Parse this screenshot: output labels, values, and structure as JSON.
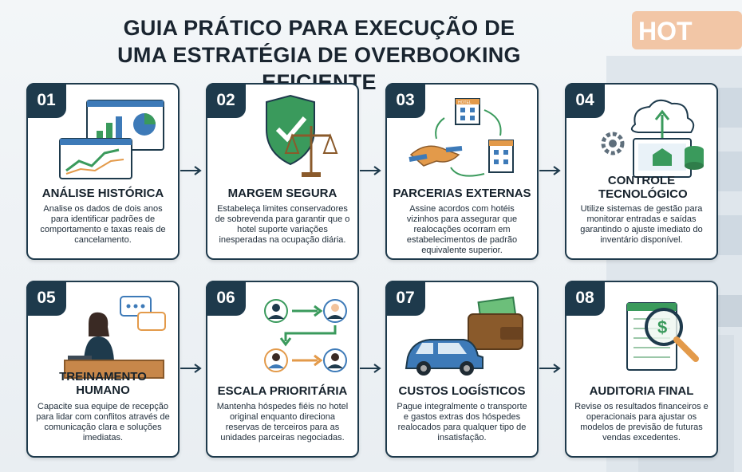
{
  "title": "GUIA PRÁTICO PARA EXECUÇÃO DE UMA ESTRATÉGIA DE OVERBOOKING EFICIENTE",
  "background_sign": "HOT",
  "colors": {
    "navy": "#1e3a4c",
    "green": "#3a9a5c",
    "orange": "#e39a4a",
    "blue": "#3d7ab8"
  },
  "steps": [
    {
      "number": "01",
      "title": "ANÁLISE HISTÓRICA",
      "description": "Analise os dados de dois anos para identificar padrões de comportamento e taxas reais de cancelamento.",
      "icon": "analytics-charts-icon"
    },
    {
      "number": "02",
      "title": "MARGEM SEGURA",
      "description": "Estabeleça limites conservadores de sobrevenda para garantir que o hotel suporte variações inesperadas na ocupação diária.",
      "icon": "shield-scale-icon"
    },
    {
      "number": "03",
      "title": "PARCERIAS EXTERNAS",
      "description": "Assine acordos com hotéis vizinhos para assegurar que realocações ocorram em estabelecimentos de padrão equivalente superior.",
      "icon": "handshake-hotels-icon",
      "hotel_label": "HOTEL"
    },
    {
      "number": "04",
      "title": "CONTROLE TECNOLÓGICO",
      "description": "Utilize sistemas de gestão para monitorar entradas e saídas garantindo o ajuste imediato do inventário disponível.",
      "icon": "cloud-system-icon"
    },
    {
      "number": "05",
      "title": "TREINAMENTO HUMANO",
      "description": "Capacite sua equipe de recepção para lidar com conflitos através de comunicação clara e soluções imediatas.",
      "icon": "receptionist-icon"
    },
    {
      "number": "06",
      "title": "ESCALA PRIORITÁRIA",
      "description": "Mantenha hóspedes fiéis no hotel original enquanto direciona reservas de terceiros para as unidades parceiras negociadas.",
      "icon": "priority-guests-icon"
    },
    {
      "number": "07",
      "title": "CUSTOS LOGÍSTICOS",
      "description": "Pague integralmente o transporte e gastos extras dos hóspedes realocados para qualquer tipo de insatisfação.",
      "icon": "car-wallet-icon"
    },
    {
      "number": "08",
      "title": "AUDITORIA FINAL",
      "description": "Revise os resultados financeiros e operacionais para ajustar os modelos de previsão de futuras vendas excedentes.",
      "icon": "audit-magnifier-icon"
    }
  ]
}
